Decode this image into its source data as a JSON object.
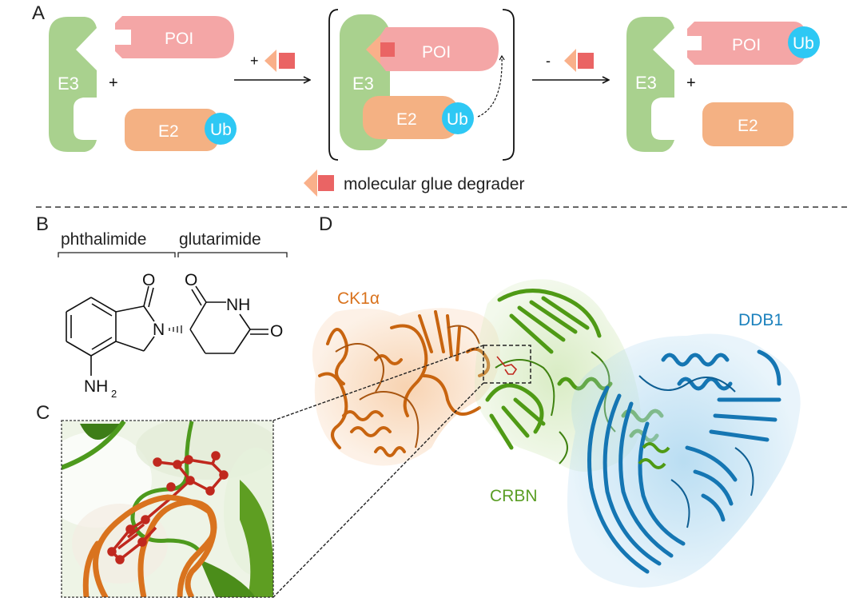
{
  "panels": {
    "a": "A",
    "b": "B",
    "c": "C",
    "d": "D"
  },
  "mechanism": {
    "e3": "E3",
    "e2": "E2",
    "poi": "POI",
    "ub": "Ub",
    "plus": "+",
    "minus": "-",
    "legend": "molecular glue degrader"
  },
  "structure": {
    "phthalimide": "phthalimide",
    "glutarimide": "glutarimide",
    "o": "O",
    "n": "N",
    "nh": "NH",
    "nh2": "NH",
    "sub2": "2"
  },
  "proteins": {
    "ck1a": "CK1α",
    "crbn": "CRBN",
    "ddb1": "DDB1"
  },
  "colors": {
    "e3": "#a9d18e",
    "poi": "#f4a6a6",
    "e2": "#f4b183",
    "ub": "#2ec8f4",
    "glue_tri": "#f9b08a",
    "glue_sq": "#ea6464",
    "ck1a": "#d9731e",
    "crbn": "#5a9e24",
    "ddb1": "#1b81bd",
    "ligand": "#c0281e"
  }
}
